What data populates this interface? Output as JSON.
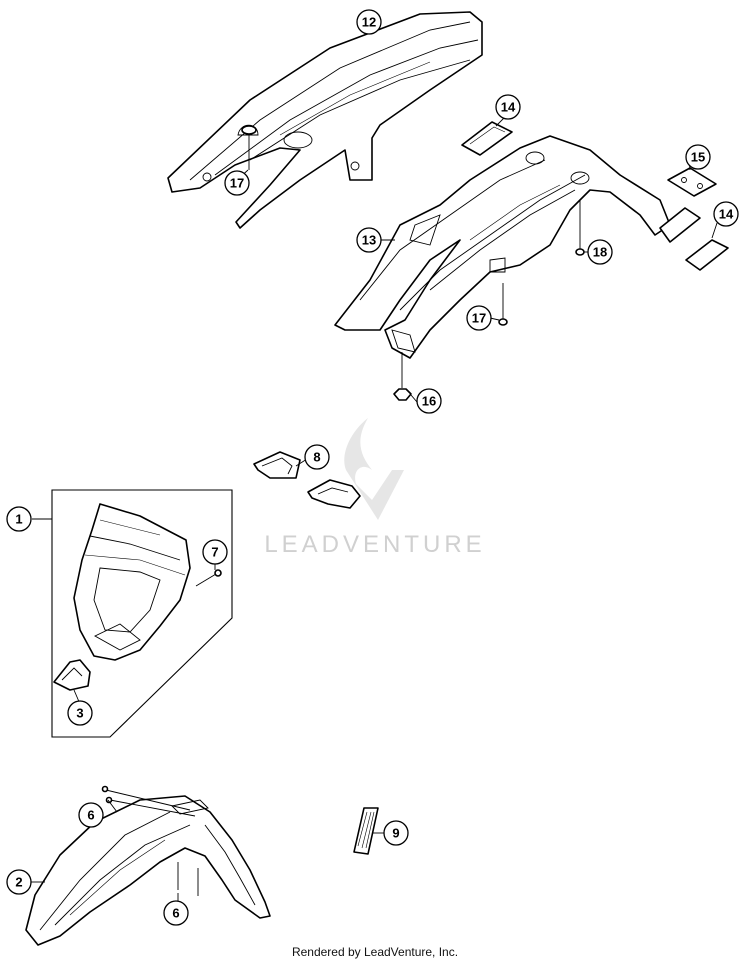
{
  "watermark": {
    "brand": "LEADVENTURE",
    "logo_icon": "flame-icon"
  },
  "footer": {
    "credit": "Rendered by LeadVenture, Inc."
  },
  "callouts": [
    {
      "id": "c1",
      "label": "1"
    },
    {
      "id": "c2",
      "label": "2"
    },
    {
      "id": "c3",
      "label": "3"
    },
    {
      "id": "c6a",
      "label": "6"
    },
    {
      "id": "c6b",
      "label": "6"
    },
    {
      "id": "c7",
      "label": "7"
    },
    {
      "id": "c8",
      "label": "8"
    },
    {
      "id": "c9",
      "label": "9"
    },
    {
      "id": "c12",
      "label": "12"
    },
    {
      "id": "c13",
      "label": "13"
    },
    {
      "id": "c14a",
      "label": "14"
    },
    {
      "id": "c14b",
      "label": "14"
    },
    {
      "id": "c15",
      "label": "15"
    },
    {
      "id": "c16",
      "label": "16"
    },
    {
      "id": "c17a",
      "label": "17"
    },
    {
      "id": "c17b",
      "label": "17"
    },
    {
      "id": "c18",
      "label": "18"
    }
  ]
}
